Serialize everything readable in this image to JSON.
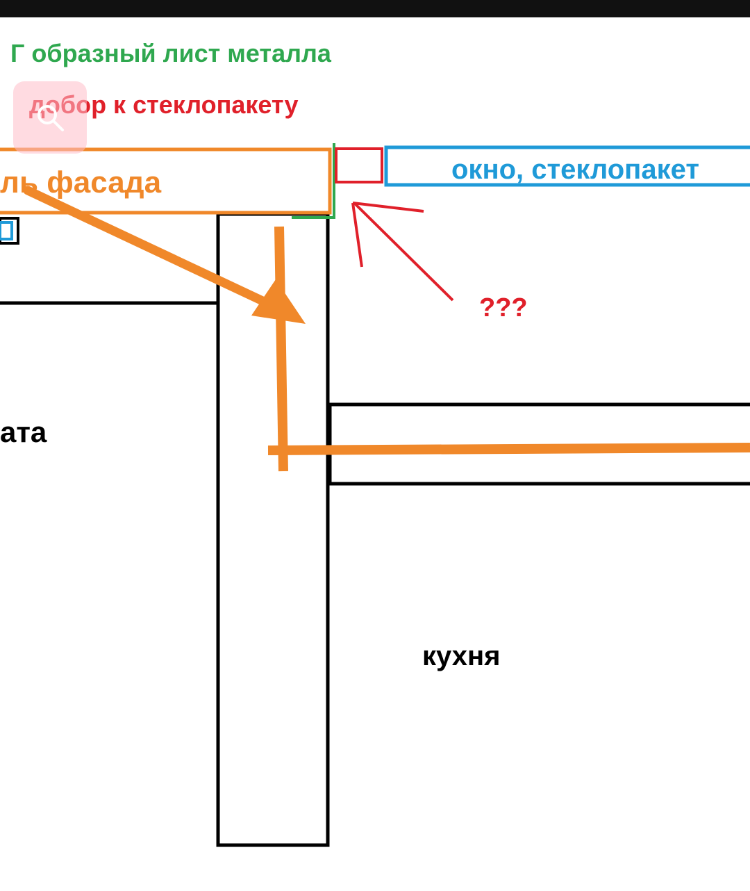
{
  "labels": {
    "metal_sheet": "Г образный лист металла",
    "glazing_trim": "добор к стеклопакету",
    "facade_panel": "ль фасада",
    "window": "окно, стеклопакет",
    "question": "???",
    "room": "ата",
    "kitchen": "кухня"
  },
  "colors": {
    "green": "#2fa84f",
    "red": "#e0202a",
    "orange": "#f0882a",
    "blue": "#1f9ad8",
    "black": "#000000"
  },
  "icons": {
    "zoom": "magnifier-icon"
  }
}
